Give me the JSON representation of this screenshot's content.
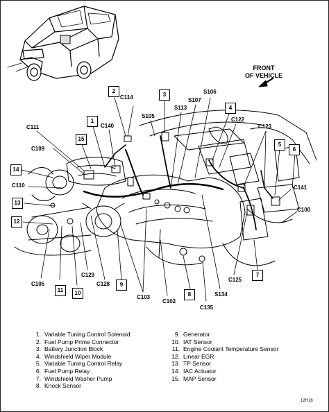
{
  "diagram": {
    "front_label_line1": "FRONT",
    "front_label_line2": "OF VEHICLE",
    "figure_id": "12H18",
    "connectors": {
      "C114": "C114",
      "S105": "S105",
      "S113": "S113",
      "S107": "S107",
      "S106": "S106",
      "C122": "C122",
      "C123": "C123",
      "C111": "C111",
      "C140": "C140",
      "C109": "C109",
      "C110": "C110",
      "C141": "C141",
      "C100": "C100",
      "C105": "C105",
      "C129": "C129",
      "C128": "C128",
      "C103": "C103",
      "C102": "C102",
      "C125": "C125",
      "S134": "S134",
      "C135": "C135"
    },
    "callouts": {
      "n1": "1",
      "n2": "2",
      "n3": "3",
      "n4": "4",
      "n5": "5",
      "n6": "6",
      "n7": "7",
      "n8": "8",
      "n9": "9",
      "n10": "10",
      "n11": "11",
      "n12": "12",
      "n13": "13",
      "n14": "14",
      "n15": "15"
    }
  },
  "legend": {
    "left": [
      {
        "n": "1.",
        "text": "Variable Tuning Control Solenoid"
      },
      {
        "n": "2.",
        "text": "Fuel Pump Prime Connector"
      },
      {
        "n": "3.",
        "text": "Battery Junction Block"
      },
      {
        "n": "4.",
        "text": "Windshield Wiper Module"
      },
      {
        "n": "5.",
        "text": "Variable Tuning Control Relay"
      },
      {
        "n": "6.",
        "text": "Fuel Pump Relay"
      },
      {
        "n": "7.",
        "text": "Windshield Washer Pump"
      },
      {
        "n": "8.",
        "text": "Knock Sensor"
      }
    ],
    "right": [
      {
        "n": "9.",
        "text": "Generator"
      },
      {
        "n": "10.",
        "text": "IAT Sensor"
      },
      {
        "n": "11.",
        "text": "Engine Coolant Temperature Sensor"
      },
      {
        "n": "12.",
        "text": "Linear EGR"
      },
      {
        "n": "13.",
        "text": "TP Sensor"
      },
      {
        "n": "14.",
        "text": "IAC  Actuator"
      },
      {
        "n": "15.",
        "text": "MAP Sensor"
      }
    ]
  }
}
